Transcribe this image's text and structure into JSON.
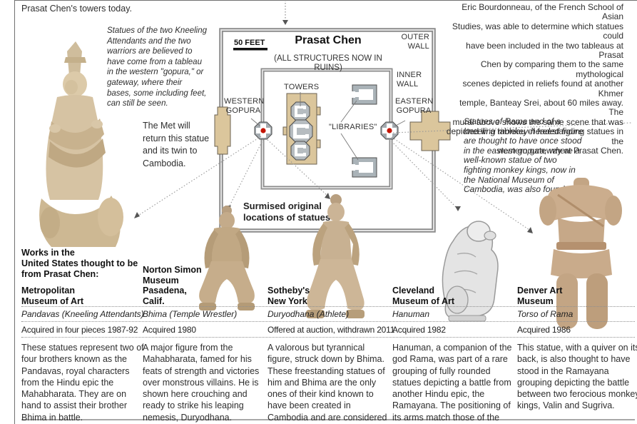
{
  "panel": {
    "top_left_caption": "Prasat Chen's towers today.",
    "left_caption": "Statues of the two Kneeling\nAttendants and the two\nwarriors are believed to\nhave come from a tableau\nin the western \"gopura,\" or\ngateway, where their\nbases, some including feet,\ncan still be seen.",
    "met_note": "The Met will\nreturn this statue\nand its twin to\nCambodia.",
    "right_paragraph": "Eric Bourdonneau, of the French School of Asian\nStudies, was able to determine which statues could\nhave been included in the two tableaus at Prasat\nChen by comparing them to the same mythological\nscenes depicted in reliefs found at another Khmer\ntemple, Banteay Srei, about 60 miles away. The\nmural above shows the same scene that was\ndepicted in a tableau of freestanding statues in the\nwestern gateway at Prasat Chen.",
    "right_caption": "Statues of Rama and of a\nkneeling monkey-headed figure\nare thought to have once stood\nin the eastern gopura, where a\nwell-known statue of two\nfighting monkey kings, now in\nthe National Museum of\nCambodia, was also found."
  },
  "map": {
    "title": "Prasat Chen",
    "subtitle": "(ALL STRUCTURES NOW IN RUINS)",
    "scale_label": "50 FEET",
    "outer_wall_label": "OUTER\nWALL",
    "inner_wall_label": "INNER\nWALL",
    "towers_label": "TOWERS",
    "libraries_label": "\"LIBRARIES\"",
    "western_gopura_label": "WESTERN\nGOPURA",
    "eastern_gopura_label": "EASTERN\nGOPURA",
    "surmised_note": "Surmised original\nlocations of statues",
    "colors": {
      "structure_tan": "#dbc69c",
      "wall_gray": "#8a8a8a",
      "ruin_gray": "#aab3b8",
      "statue_marker_red": "#c41505"
    }
  },
  "table": {
    "intro": "Works in the\nUnited States thought to be\nfrom Prasat Chen:",
    "columns": [
      {
        "museum": "Metropolitan\nMuseum of Art",
        "work": "Pandavas (Kneeling Attendants)",
        "acquired": "Acquired in four pieces 1987-92",
        "description": "These statues represent two of four brothers known as the Pandavas, royal characters from the Hindu epic the Mahabharata. They are on hand to assist their brother Bhima in battle."
      },
      {
        "museum": "Norton Simon\nMuseum\nPasadena,\nCalif.",
        "work": "Bhima (Temple Wrestler)",
        "acquired": "Acquired 1980",
        "description": "A major figure from the Mahabharata, famed for his feats of strength and victories over monstrous villains. He is shown here crouching and ready to strike his leaping nemesis, Duryodhana."
      },
      {
        "museum": "Sotheby's\nNew York",
        "work": "Duryodhana (Athlete)",
        "acquired": "Offered at auction, withdrawn 2011",
        "description": "A valorous but tyrannical figure, struck down by Bhima. These freestanding statues of him and Bhima are the only ones of their kind known to have been created in Cambodia and are considered national treasures."
      },
      {
        "museum": "Cleveland\nMuseum of Art",
        "work": "Hanuman",
        "acquired": "Acquired 1982",
        "description": "Hanuman, a companion of the god Rama, was part of a rare grouping of fully rounded statues depicting a battle from another Hindu epic, the Ramayana. The positioning of its arms match those of the Attendants."
      },
      {
        "museum": "Denver Art\nMuseum",
        "work": "Torso of Rama",
        "acquired": "Acquired 1986",
        "description": "This statue, with a quiver on its back, is also thought to have stood in the Ramayana grouping depicting the battle between two ferocious monkey kings, Valin and Sugriva."
      }
    ]
  }
}
